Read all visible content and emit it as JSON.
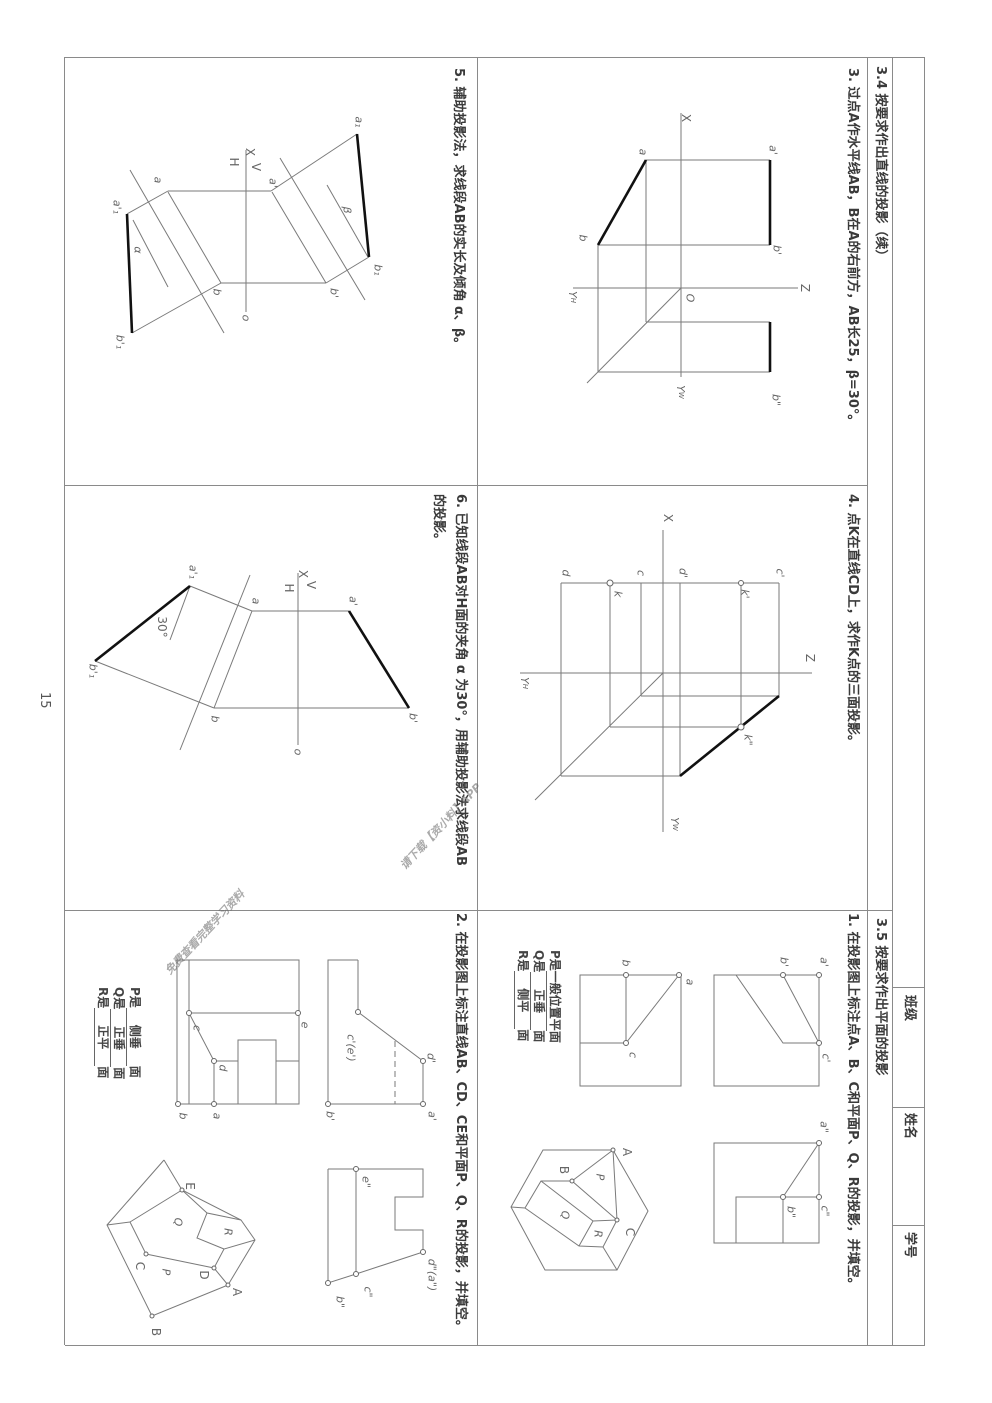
{
  "header": {
    "class_label": "班级",
    "name_label": "姓名",
    "id_label": "学号"
  },
  "section_34": {
    "title": "3.4 按要求作出直线的投影（续）",
    "q3": "3. 过点A作水平线AB，B在A的右前方，AB长25，β=30°。",
    "q4": "4. 点K在直线CD上，求作K点的三面投影。",
    "q5": "5. 辅助投影法，求线段AB的实长及倾角 α、β。",
    "q6_line1": "6. 已知线段AB对H面的夹角 α 为30°，用辅助投影法求线段AB",
    "q6_line2": "的投影。"
  },
  "section_35": {
    "title": "3.5 按要求作出平面的投影",
    "q1": "1. 在投影图上标注点A、B、C和平面P、Q、R的投影，并填空。",
    "q1_fill": [
      {
        "prefix": "P是",
        "answer": "一般位置平",
        "suffix": "面"
      },
      {
        "prefix": "Q是",
        "answer": "正垂",
        "suffix": "面"
      },
      {
        "prefix": "R是",
        "answer": "侧平",
        "suffix": "面"
      }
    ],
    "q2": "2. 在投影图上标注直线AB、CD、CE和平面P、Q、R的投影，并填空。",
    "q2_fill": [
      {
        "prefix": "P是",
        "answer": "侧垂",
        "suffix": "面"
      },
      {
        "prefix": "Q是",
        "answer": "正垂",
        "suffix": "面"
      },
      {
        "prefix": "R是",
        "answer": "正平",
        "suffix": "面"
      }
    ]
  },
  "labels": {
    "q3": {
      "X": "X",
      "a": "a",
      "a1": "a'",
      "b": "b",
      "b1": "b'",
      "Z": "Z",
      "O": "O",
      "Y": "Y",
      "H": "H",
      "W": "W",
      "b2": "b\""
    },
    "q4": {
      "X": "X",
      "d": "d",
      "c": "c",
      "d1": "d'",
      "c1": "c'",
      "k": "k",
      "k1": "k'",
      "Z": "Z",
      "Y": "Y",
      "H": "H",
      "W": "W",
      "k2": "k\""
    },
    "q5": {
      "a1": "a₁",
      "b1": "b₁",
      "ap": "a'",
      "bp": "b'",
      "X": "X",
      "V": "V",
      "H": "H",
      "o": "o",
      "a": "a",
      "b": "b",
      "ap1": "a'₁",
      "bp1": "b'₁",
      "alpha": "α",
      "beta": "β"
    },
    "q6": {
      "ap1": "a'₁",
      "X": "X",
      "V": "V",
      "H": "H",
      "a": "a",
      "ap": "a'",
      "b": "b",
      "bp": "b'",
      "bp1": "b'₁",
      "angle": "30°",
      "o": "o"
    },
    "q1": {
      "ap": "a'",
      "bp": "b'",
      "cp": "c'",
      "a": "a",
      "b": "b",
      "c": "c",
      "app": "a\"",
      "cpp": "c\"",
      "bpp": "b\"",
      "A": "A",
      "B": "B",
      "C": "C",
      "P": "P",
      "Q": "Q",
      "R": "R"
    },
    "q2": {
      "e": "e",
      "c": "c",
      "d": "d",
      "a": "a",
      "b": "b",
      "ce": "c'(e')",
      "dp": "d'",
      "ap": "a'",
      "bp": "b'",
      "epp": "e\"",
      "da": "d\"(a\")",
      "cpp": "c\"",
      "bpp": "b\"",
      "E": "E",
      "R": "R",
      "Q": "Q",
      "P": "P",
      "C": "C",
      "D": "D",
      "A": "A",
      "B": "B"
    }
  },
  "watermark": {
    "line1": "免费查看完整学习资料",
    "line2": "请下载【资小料】APP"
  },
  "page_number": "15"
}
